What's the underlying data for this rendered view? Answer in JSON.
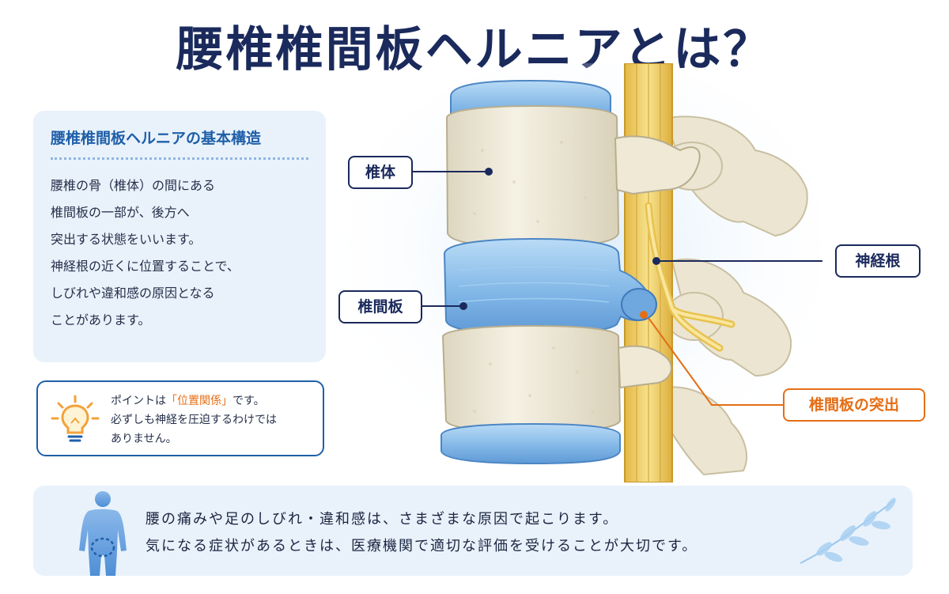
{
  "title": "腰椎椎間板ヘルニアとは？",
  "info_card": {
    "heading": "腰椎椎間板ヘルニアの基本構造",
    "lines": [
      "腰椎の骨（椎体）の間にある",
      "椎間板の一部が、後方へ",
      "突出する状態をいいます。",
      "神経根の近くに位置することで、",
      "しびれや違和感の原因となる",
      "ことがあります。"
    ]
  },
  "point_box": {
    "icon": "lightbulb-icon",
    "line1_pre": "ポイントは",
    "line1_accent": "「位置関係」",
    "line1_post": "です。",
    "line2": "必ずしも神経を圧迫するわけでは",
    "line3": "ありません。"
  },
  "labels": {
    "vertebra": "椎体",
    "disc": "椎間板",
    "nerve_root": "神経根",
    "herniation": "椎間板の突出"
  },
  "banner": {
    "line1": "腰の痛みや足のしびれ・違和感は、さまざまな原因で起こります。",
    "line2": "気になる症状があるときは、医療機関で適切な評価を受けることが大切です。"
  },
  "colors": {
    "navy": "#1b2a5c",
    "blue": "#1f5fa8",
    "accent_orange": "#e56e15",
    "panel_bg": "#e9f2fb",
    "disc_blue": "#8fc0ec",
    "nerve_yellow": "#f2d36b",
    "bone": "#f1ecdc"
  }
}
